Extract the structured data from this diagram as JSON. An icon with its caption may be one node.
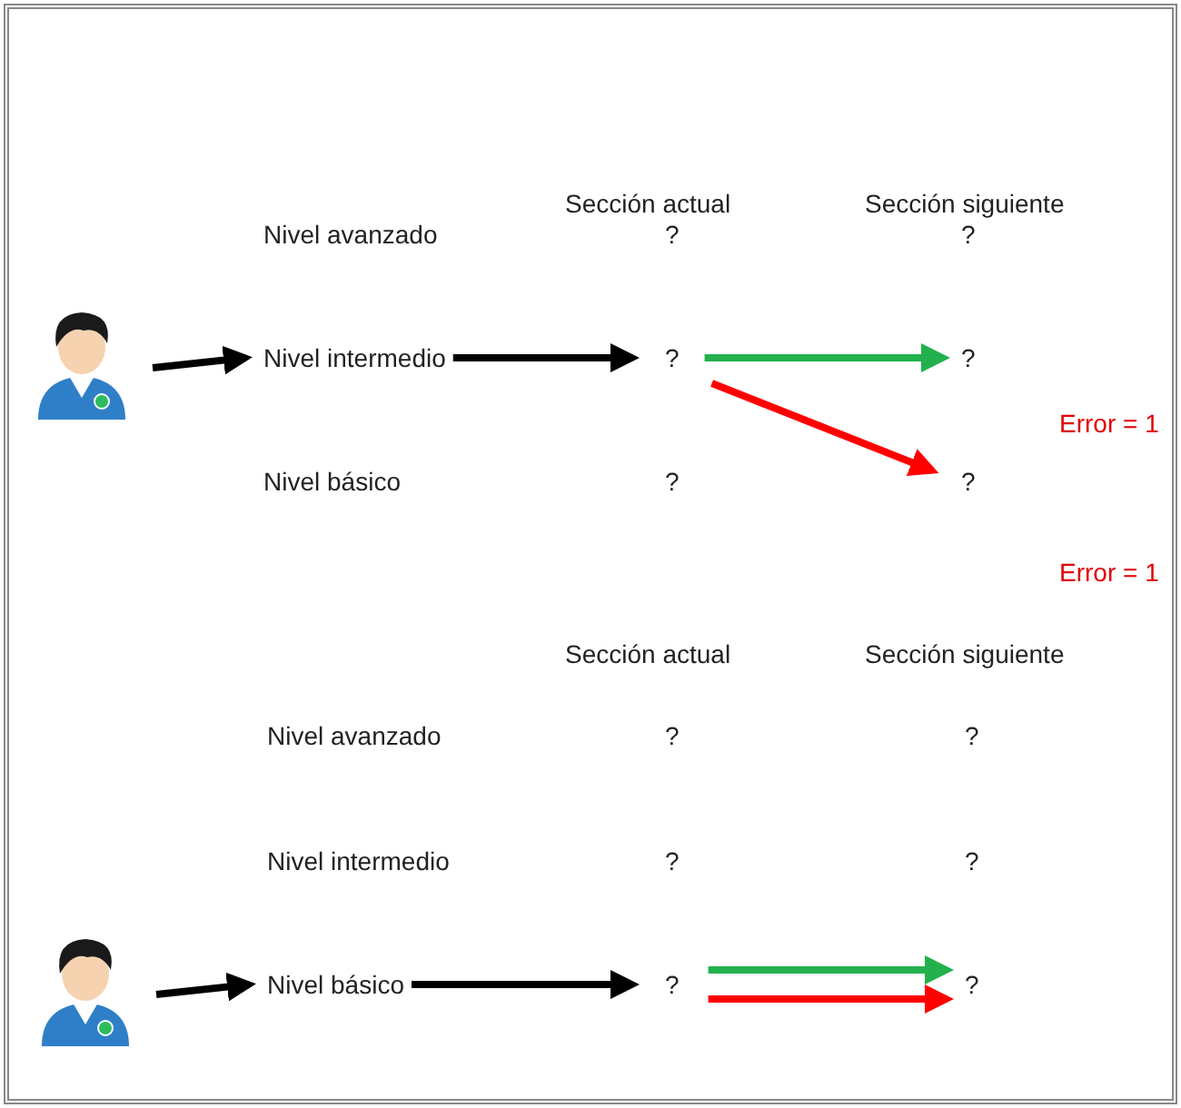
{
  "diagram": {
    "nodes": [
      {
        "text": [
          "Nivel avanzado"
        ]
      },
      {
        "text": [
          "?"
        ]
      },
      {
        "text": [
          "?"
        ]
      },
      {
        "text": [],
        "shape": "person"
      },
      {
        "text": [
          "Nivel intermedio"
        ]
      },
      {
        "text": [
          "?"
        ]
      },
      {
        "text": [
          "?"
        ]
      },
      {
        "text": [
          "Nivel básico"
        ]
      },
      {
        "text": [
          "?"
        ]
      },
      {
        "text": [
          "?"
        ]
      },
      {
        "text": [
          "Nivel avanzado"
        ]
      },
      {
        "text": [
          "?"
        ]
      },
      {
        "text": [
          "?"
        ]
      },
      {
        "text": [
          "Nivel intermedio"
        ]
      },
      {
        "text": [
          "?"
        ]
      },
      {
        "text": [
          "?"
        ]
      },
      {
        "text": [],
        "shape": "person"
      },
      {
        "text": [
          "Nivel básico"
        ]
      },
      {
        "text": [
          "?"
        ]
      },
      {
        "text": [
          "?"
        ]
      }
    ],
    "edges": [
      {
        "from": 3,
        "to": 4,
        "arrow": "to"
      },
      {
        "from": 4,
        "to": 5,
        "arrow": "to"
      },
      {
        "from": 5,
        "to": 6,
        "arrow": "to",
        "color": "#22b14c"
      },
      {
        "from": 5,
        "to": 9,
        "arrow": "to",
        "color": "#ff0000"
      },
      {
        "from": 16,
        "to": 17,
        "arrow": "to"
      },
      {
        "from": 17,
        "to": 18,
        "arrow": "to"
      },
      {
        "from": 18,
        "to": 19,
        "arrow": "to",
        "color": "#22b14c"
      },
      {
        "from": 18,
        "to": 19,
        "arrow": "to",
        "color": "#ff0000"
      }
    ],
    "labels": [
      "Error = 1",
      "Sección actual",
      "Sección siguiente",
      "Error = 1",
      "Sección actual",
      "Sección siguiente"
    ]
  }
}
